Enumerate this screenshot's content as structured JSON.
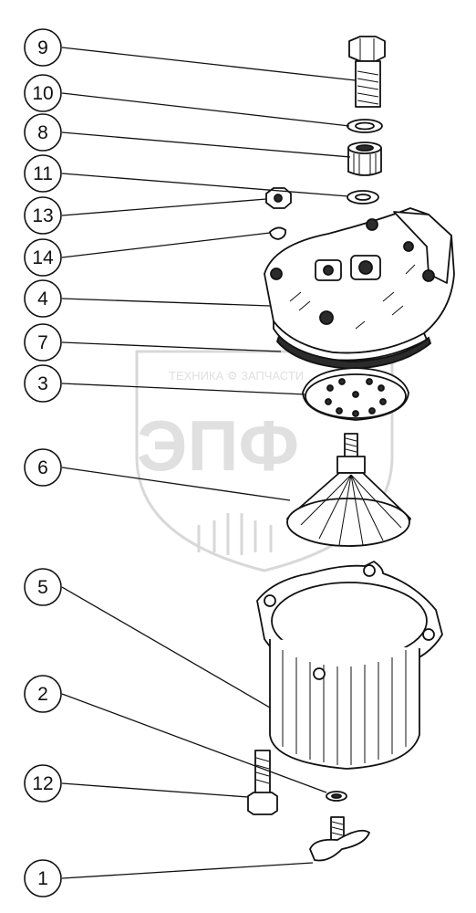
{
  "callouts": [
    {
      "id": "9",
      "label": "9"
    },
    {
      "id": "10",
      "label": "10"
    },
    {
      "id": "8",
      "label": "8"
    },
    {
      "id": "11",
      "label": "11"
    },
    {
      "id": "13",
      "label": "13"
    },
    {
      "id": "14",
      "label": "14"
    },
    {
      "id": "4",
      "label": "4"
    },
    {
      "id": "7",
      "label": "7"
    },
    {
      "id": "3",
      "label": "3"
    },
    {
      "id": "6",
      "label": "6"
    },
    {
      "id": "5",
      "label": "5"
    },
    {
      "id": "2",
      "label": "2"
    },
    {
      "id": "12",
      "label": "12"
    },
    {
      "id": "1",
      "label": "1"
    }
  ],
  "watermark": {
    "top_text": "ТЕХНИКА ⚙ ЗАПЧАСТИ",
    "logo_text": "ЭПФ"
  },
  "colors": {
    "line": "#111111",
    "watermark": "#d8d8d8"
  }
}
